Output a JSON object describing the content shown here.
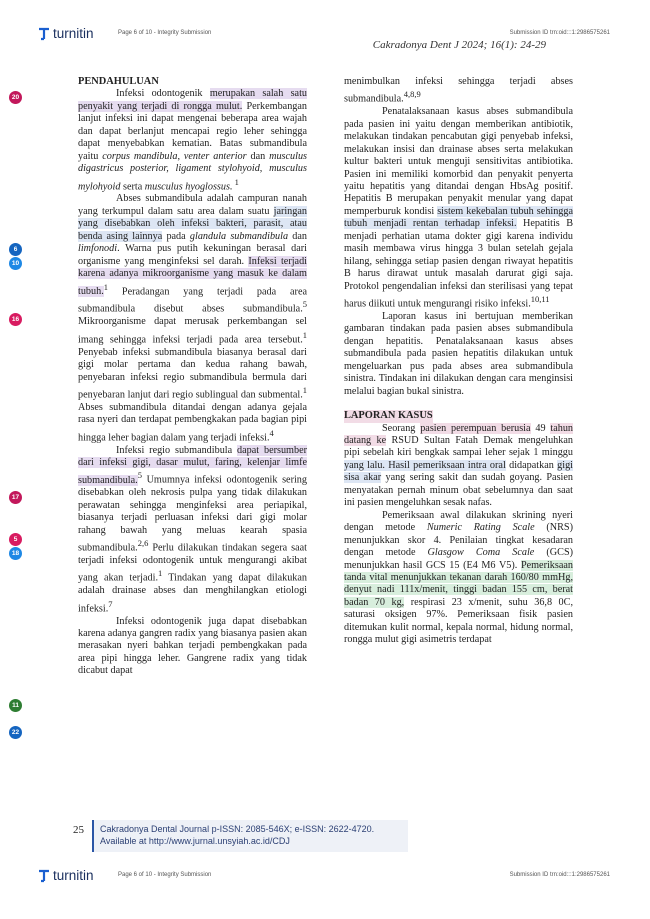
{
  "header": {
    "logo_text": "turnitin",
    "page_info": "Page 6 of 10 - Integrity Submission",
    "submission_id": "Submission ID trn:oid:::1:2986575261",
    "journal_ref": "Cakradonya Dent J 2024; 16(1): 24-29"
  },
  "markers": [
    {
      "label": "20",
      "color": "#c2185b"
    },
    {
      "label": "6",
      "color": "#1565c0"
    },
    {
      "label": "10",
      "color": "#1e88e5"
    },
    {
      "label": "16",
      "color": "#d81b60"
    },
    {
      "label": "17",
      "color": "#c2185b"
    },
    {
      "label": "5",
      "color": "#d81b60"
    },
    {
      "label": "18",
      "color": "#1e88e5"
    },
    {
      "label": "11",
      "color": "#2e7d32"
    },
    {
      "label": "22",
      "color": "#1565c0"
    }
  ],
  "left": {
    "heading": "PENDAHULUAN",
    "p1": {
      "a": "Infeksi odontogenik ",
      "h1": "merupakan salah satu penyakit yang terjadi di rongga mulut.",
      "b": " Perkembangan lanjut infeksi ini dapat mengenai beberapa area wajah dan dapat berlanjut mencapai regio leher sehingga dapat menyebabkan kematian. Batas submandibula yaitu ",
      "i1": "corpus mandibula",
      "c": ", ",
      "i2": "venter anterior",
      "d": " dan ",
      "i3": "musculus digastricus posterior, ligament stylohyoid, musculus mylohyoid",
      "e": " serta ",
      "i4": "musculus hyoglossus.",
      "sup": " 1"
    },
    "p2": {
      "a": "Abses submandibula adalah campuran nanah yang terkumpul dalam satu area dalam suatu ",
      "h1": "jaringan yang disebabkan oleh infeksi bakteri, parasit, atau benda asing lainnya",
      "b": " pada ",
      "i1": "glandula submandibula",
      "c": " dan ",
      "i2": "limfonodi",
      "d": ". Warna pus putih kekuningan berasal dari organisme yang menginfeksi sel darah. ",
      "h2": "Infeksi terjadi karena adanya mikroorganisme yang masuk ke dalam tubuh.",
      "s1": "1",
      "e": " Peradangan yang terjadi pada area submandibula disebut abses submandibula.",
      "s2": "5",
      "f": " Mikroorganisme dapat merusak perkembangan sel imang sehingga infeksi terjadi pada area tersebut.",
      "s3": "1",
      "g": " Penyebab infeksi submandibula biasanya berasal dari gigi molar pertama dan kedua rahang bawah, penyebaran infeksi regio submandibula bermula dari penyebaran lanjut dari regio sublingual dan submental.",
      "s4": "1",
      "h": " Abses submandibula ditandai dengan adanya gejala rasa nyeri dan terdapat pembengkakan pada bagian pipi hingga leher bagian dalam yang terjadi infeksi.",
      "s5": "4"
    },
    "p3": {
      "a": "Infeksi regio submandibula ",
      "h1": "dapat bersumber dari infeksi gigi, dasar mulut, faring, kelenjar limfe submandibula.",
      "s1": "5",
      "b": " Umumnya infeksi odontogenik sering disebabkan oleh nekrosis pulpa yang tidak dilakukan perawatan sehingga menginfeksi area periapikal, biasanya terjadi perluasan infeksi dari gigi molar rahang bawah yang meluas kearah spasia submandibula.",
      "s2": "2,6",
      "c": " Perlu dilakukan tindakan segera saat terjadi infeksi odontogenik untuk mengurangi akibat yang akan terjadi.",
      "s3": "1",
      "d": " Tindakan yang dapat dilakukan adalah drainase abses dan menghilangkan etiologi infeksi.",
      "s4": "7"
    },
    "p4": "Infeksi odontogenik juga dapat disebabkan karena adanya gangren radix yang biasanya pasien akan merasakan nyeri bahkan terjadi pembengkakan pada area pipi hingga leher. Gangrene radix yang tidak dicabut dapat"
  },
  "right": {
    "p0": {
      "a": "menimbulkan infeksi sehingga terjadi abses submandibula.",
      "s1": "4,8,9"
    },
    "p1": {
      "a": "Penatalaksanaan kasus abses submandibula pada pasien ini yaitu dengan memberikan antibiotik, melakukan tindakan pencabutan gigi penyebab infeksi, melakukan insisi dan drainase abses serta melakukan kultur bakteri untuk menguji sensitivitas antibiotika. Pasien ini memiliki komorbid dan penyakit penyerta yaitu hepatitis yang ditandai dengan HbsAg positif. Hepatitis B merupakan penyakit menular yang dapat memperburuk kondisi ",
      "h1": "sistem kekebalan tubuh sehingga tubuh menjadi rentan terhadap infeksi.",
      "b": " Hepatitis B menjadi perhatian utama dokter gigi karena individu masih membawa virus hingga 3 bulan setelah gejala hilang, sehingga setiap pasien dengan riwayat hepatitis B harus dirawat untuk masalah darurat gigi saja. Protokol pengendalian infeksi dan sterilisasi yang tepat harus diikuti untuk mengurangi risiko infeksi.",
      "s1": "10,11"
    },
    "p2": "Laporan kasus ini bertujuan memberikan gambaran tindakan pada pasien abses submandibula dengan hepatitis. Penatalaksanaan kasus abses submandibula pada pasien hepatitis dilakukan untuk mengeluarkan pus pada abses area submandibula sinistra. Tindakan ini dilakukan dengan cara menginsisi melalui bagian bukal sinistra.",
    "heading2": "LAPORAN KASUS",
    "p3": {
      "a": "Seorang ",
      "h1": "pasien perempuan berusia",
      "b": " 49 ",
      "h2": "tahun datang ke",
      "c": " RSUD Sultan Fatah Demak mengeluhkan pipi sebelah kiri bengkak sampai leher sejak 1 minggu ",
      "h3": "yang lalu. Hasil pemeriksaan intra oral",
      "d": " didapatkan ",
      "h4": "gigi sisa akar",
      "e": " yang sering sakit dan sudah goyang. Pasien menyatakan pernah minum obat sebelumnya dan saat ini pasien mengeluhkan sesak nafas."
    },
    "p4": {
      "a": "Pemeriksaan awal dilakukan skrining nyeri dengan metode ",
      "i1": "Numeric Rating Scale",
      "b": " (NRS) menunjukkan skor 4. Penilaian tingkat kesadaran dengan metode ",
      "i2": "Glasgow Coma Scale",
      "c": " (GCS) menunjukkan hasil GCS 15 (E4 M6 V5). ",
      "h1": "Pemeriksaan tanda vital menunjukkan tekanan darah 160/80 mmHg, denyut nadi 111x/menit, tinggi badan 155 cm, berat badan 70 kg,",
      "d": " respirasi 23 x/menit, suhu 36,8 0C, saturasi oksigen 97%. Pemeriksaan fisik pasien ditemukan kulit normal, kepala normal, hidung normal, rongga mulut gigi asimetris terdapat"
    }
  },
  "footer": {
    "page_number": "25",
    "line1": "Cakradonya Dental Journal p-ISSN: 2085-546X; e-ISSN: 2622-4720.",
    "line2": "Available at http://www.jurnal.unsyiah.ac.id/CDJ"
  }
}
